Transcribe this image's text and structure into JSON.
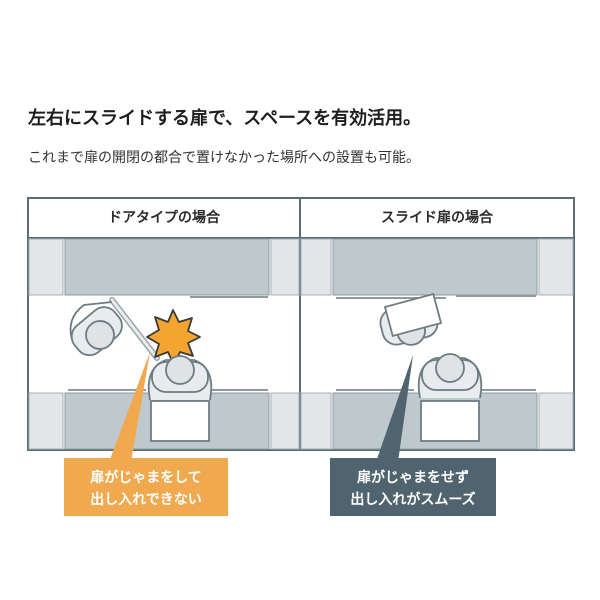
{
  "headline": "左右にスライドする扉で、スペースを有効活用。",
  "subline": "これまで扉の開閉の都合で置けなかった場所への設置も可能。",
  "panels": {
    "left": {
      "title": "ドアタイプの場合"
    },
    "right": {
      "title": "スライド扉の場合"
    }
  },
  "callouts": {
    "left": {
      "line1": "扉がじゃまをして",
      "line2": "出し入れできない",
      "color": "#f0a94f"
    },
    "right": {
      "line1": "扉がじゃまをせず",
      "line2": "出し入れがスムーズ",
      "color": "#4f646e"
    }
  },
  "colors": {
    "frame": "#5a6d76",
    "cabinet": "#bfc8cc",
    "cabinet_light": "#e3e6e8",
    "burst": "#f4a52f"
  },
  "icons": [
    "collision-burst-icon",
    "person-icon"
  ]
}
